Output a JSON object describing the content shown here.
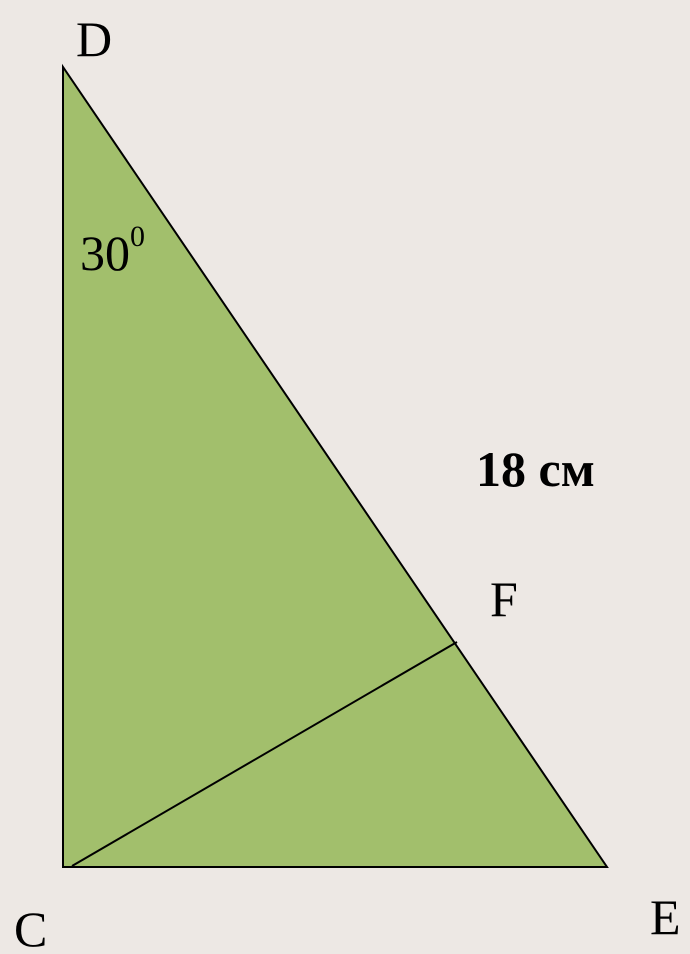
{
  "vertices": {
    "D": "D",
    "C": "C",
    "E": "E",
    "F": "F"
  },
  "angle_label": {
    "value": "30",
    "degree_mark": "0"
  },
  "length_label": "18 см",
  "colors": {
    "background": "#ede8e4",
    "triangle_fill": "#a2bf6c",
    "stroke": "#000000"
  }
}
